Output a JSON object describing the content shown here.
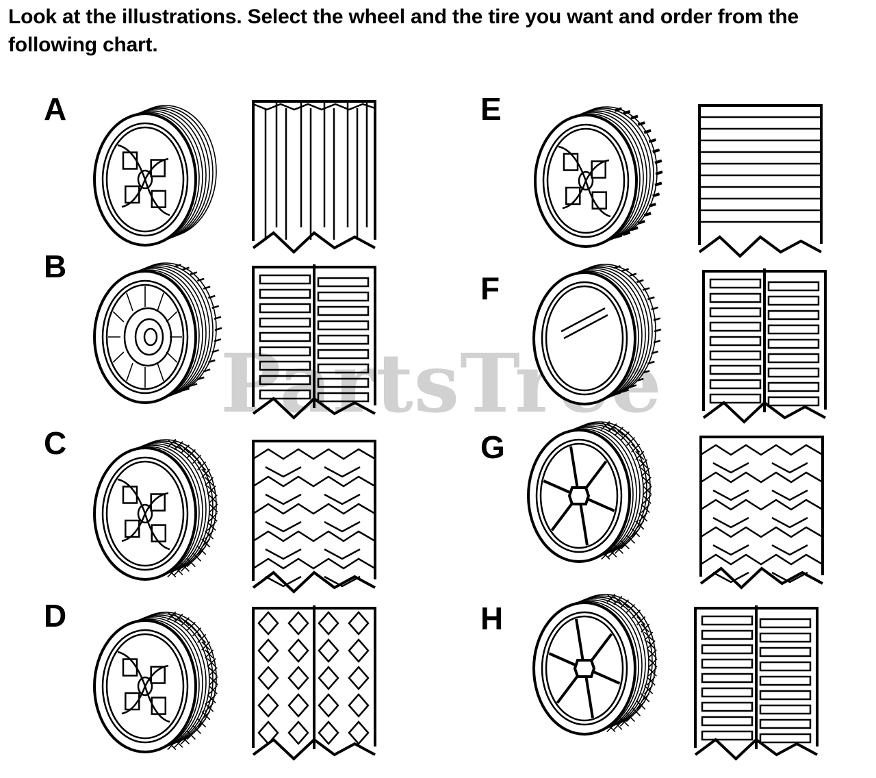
{
  "header": {
    "instructions": "Look at the illustrations. Select the wheel and the tire you want and order from the following chart."
  },
  "watermark": {
    "text": "PartsTree"
  },
  "options": [
    {
      "letter": "A",
      "tread": "vertical-ribs",
      "rim": "four-spoke",
      "tire": "ribbed"
    },
    {
      "letter": "B",
      "tread": "horizontal-bars-split",
      "rim": "concentric",
      "tire": "block-lug"
    },
    {
      "letter": "C",
      "tread": "chevron",
      "rim": "four-spoke",
      "tire": "diamond"
    },
    {
      "letter": "D",
      "tread": "diamond-block",
      "rim": "four-spoke",
      "tire": "diamond"
    },
    {
      "letter": "E",
      "tread": "horizontal-plain",
      "rim": "four-spoke",
      "tire": "paddle-lug"
    },
    {
      "letter": "F",
      "tread": "horizontal-bars-split",
      "rim": "cap",
      "tire": "block-lug"
    },
    {
      "letter": "G",
      "tread": "chevron",
      "rim": "six-spoke",
      "tire": "diamond"
    },
    {
      "letter": "H",
      "tread": "horizontal-bars-split",
      "rim": "six-spoke",
      "tire": "diamond"
    }
  ]
}
